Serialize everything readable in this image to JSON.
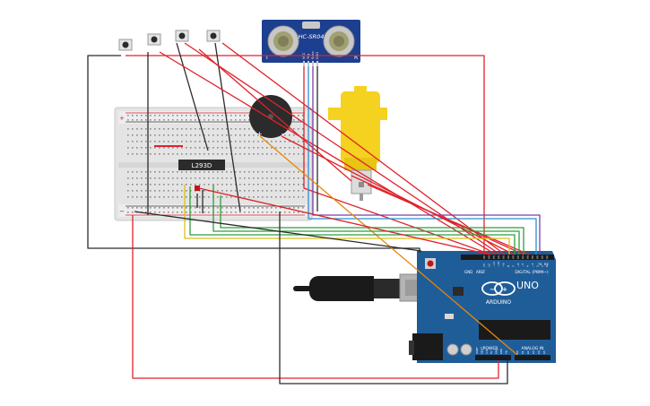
{
  "sensor": {
    "model": "HC-SR04",
    "pins": [
      "VCC",
      "Trig",
      "Echo",
      "GND"
    ],
    "left_mark": "T",
    "right_mark": "R"
  },
  "driver_chip": {
    "label": "L293D"
  },
  "arduino": {
    "brand": "ARDUINO",
    "model": "UNO",
    "digital_header": "DIGITAL (PWM~)",
    "power_label": "POWER",
    "analog_label": "ANALOG IN",
    "tx_label": "TX",
    "rx_label": "RX",
    "aref_label": "AREF",
    "gnd_label": "GND",
    "digital_pins": [
      "13",
      "12",
      "~11",
      "~10",
      "~9",
      "8",
      "7",
      "~6",
      "~5",
      "4",
      "~3",
      "2",
      "1",
      "0"
    ],
    "power_pins": [
      "IOREF",
      "RESET",
      "3.3V",
      "5V",
      "GND",
      "GND",
      "Vin"
    ],
    "analog_pins": [
      "A0",
      "A1",
      "A2",
      "A3",
      "A4",
      "A5"
    ]
  },
  "buzzer": {
    "plus": "+",
    "minus": "−"
  },
  "breadboard": {
    "rail_plus": "+",
    "rail_minus": "−"
  },
  "colors": {
    "red_wire": "#e0222b",
    "black_wire": "#2b2b2b",
    "green_wire": "#2e9e3a",
    "yellow_wire": "#d8c21a",
    "purple_wire": "#7b3fa8",
    "blue_wire": "#2c8fd0",
    "orange_wire": "#e8870a",
    "arduino_blue": "#1f5d99",
    "sensor_blue": "#1d3f8f",
    "motor_yellow": "#f4d21f"
  }
}
